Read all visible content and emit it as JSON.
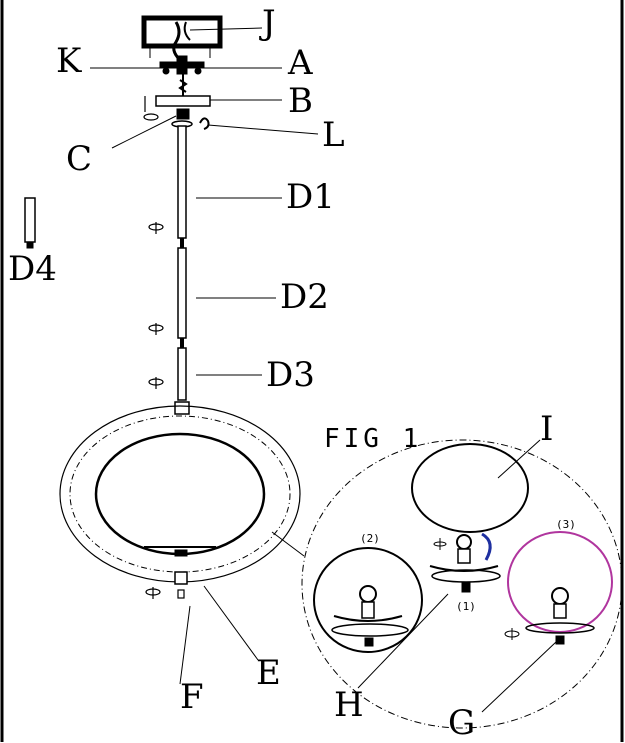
{
  "labels": {
    "J": "J",
    "K": "K",
    "A": "A",
    "B": "B",
    "C": "C",
    "L": "L",
    "D1": "D1",
    "D4": "D4",
    "D2": "D2",
    "D3": "D3",
    "I": "I",
    "F": "F",
    "E": "E",
    "H": "H",
    "G": "G"
  },
  "figure": {
    "title": "FIG 1",
    "step1": "(1)",
    "step2": "(2)",
    "step3": "(3)"
  },
  "colors": {
    "line": "#000000",
    "arrow_blue": "#1e2fa0",
    "globe_highlight": "#b0359e"
  }
}
